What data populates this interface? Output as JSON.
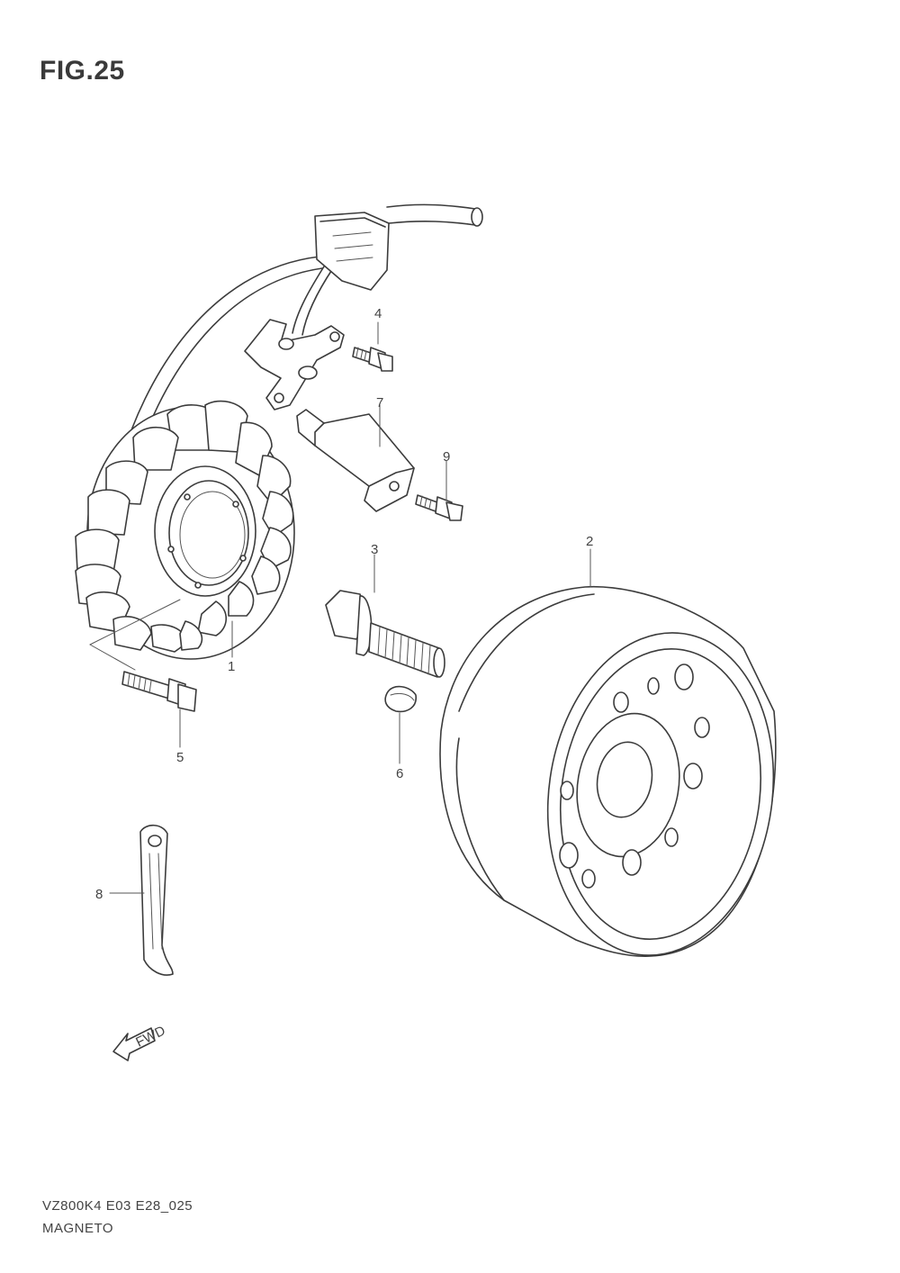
{
  "figure": {
    "title": "FIG.25"
  },
  "callouts": {
    "p1": "1",
    "p2": "2",
    "p3": "3",
    "p4": "4",
    "p5": "5",
    "p6": "6",
    "p7": "7",
    "p8": "8",
    "p9": "9"
  },
  "fwd_label": "FWD",
  "footer": {
    "code": "VZ800K4 E03 E28_025",
    "name": "MAGNETO"
  }
}
